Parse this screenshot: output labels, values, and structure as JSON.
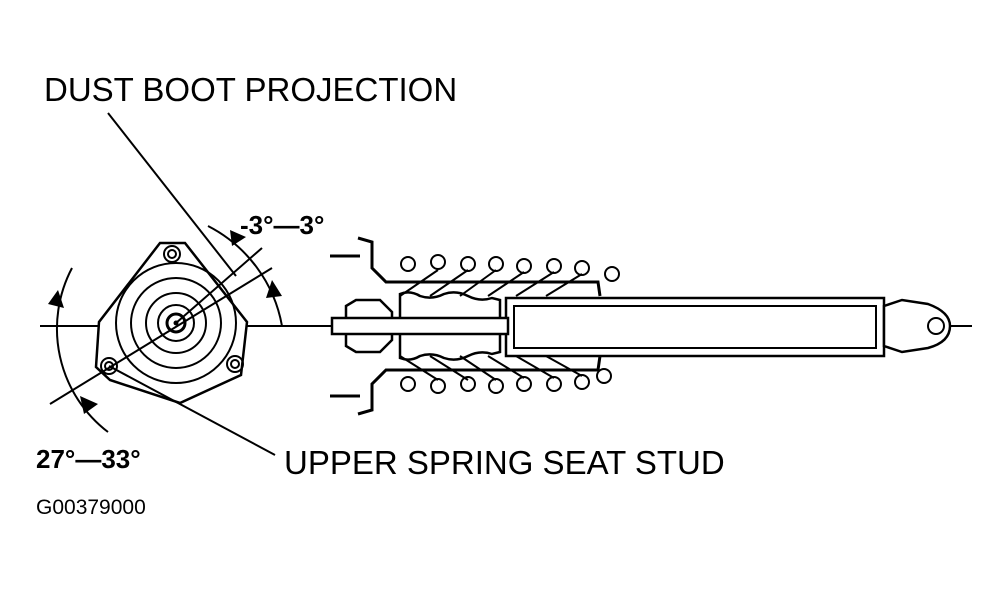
{
  "labels": {
    "dust_boot": "DUST BOOT PROJECTION",
    "angle_top": "-3°—3°",
    "angle_bottom": "27°—33°",
    "spring_seat": "UPPER SPRING SEAT STUD",
    "figure_code": "G00379000"
  },
  "colors": {
    "ink": "#000000",
    "paper": "#ffffff"
  }
}
